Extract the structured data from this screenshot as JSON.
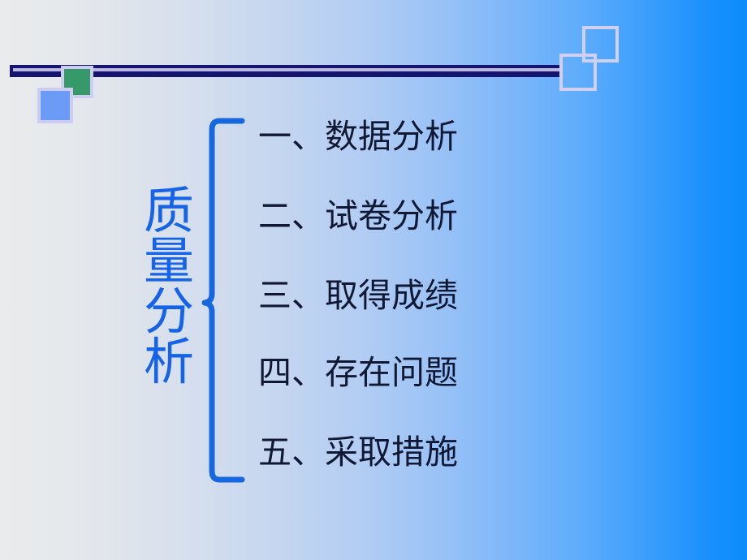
{
  "slide": {
    "title_vertical": "质量分析",
    "title_chars": [
      "质",
      "量",
      "分",
      "析"
    ],
    "agenda": [
      {
        "num": "一",
        "label": "一、数据分析"
      },
      {
        "num": "二",
        "label": "二、试卷分析"
      },
      {
        "num": "三",
        "label": "三、取得成绩"
      },
      {
        "num": "四",
        "label": "四、存在问题"
      },
      {
        "num": "五",
        "label": "五、采取措施"
      }
    ],
    "decorations": {
      "top_rule": "navy-double-rule",
      "green_square": "green-square",
      "blue_square": "blue-square",
      "outline_square_upper": "outline-square-upper-right",
      "outline_square_lower": "outline-square-lower-left",
      "bracket": "left-curly-bracket"
    },
    "colors": {
      "background_left": "#e9ebec",
      "background_right": "#0d8cfb",
      "rule_navy": "#151570",
      "rule_inner": "#b9b9e4",
      "square_green": "#35996a",
      "square_blue": "#6b9bf7",
      "square_border": "#cdcdf2",
      "outline_square": "#cfd0f3",
      "title_blue": "#1563e8",
      "bracket_blue": "#1767e0",
      "agenda_text": "#111833"
    }
  }
}
